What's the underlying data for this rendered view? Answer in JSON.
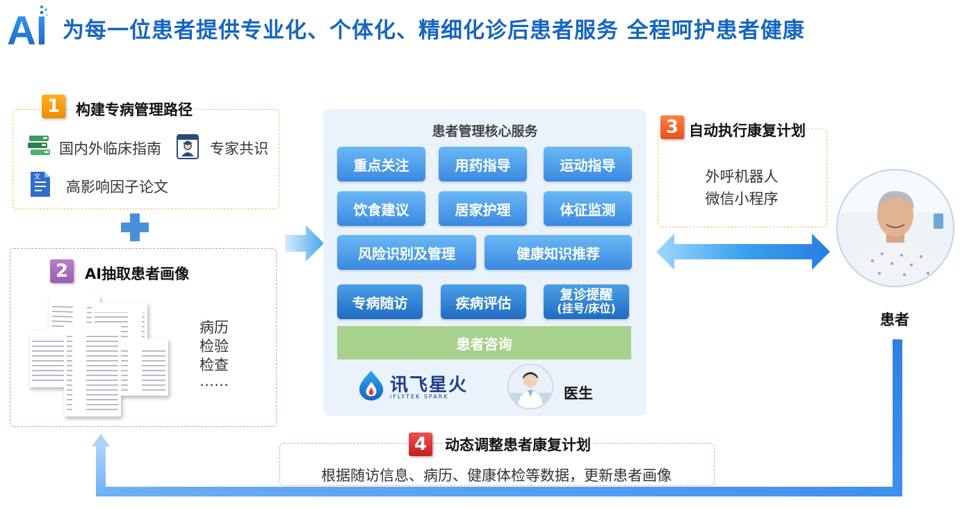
{
  "header": {
    "logo_text": "AI",
    "title": "为每一位患者提供专业化、个体化、精细化诊后患者服务 全程呵护患者健康"
  },
  "step1": {
    "number": "1",
    "title": "构建专病管理路径",
    "items": [
      {
        "label": "国内外临床指南",
        "icon": "guideline-books-icon"
      },
      {
        "label": "专家共识",
        "icon": "expert-icon"
      },
      {
        "label": "高影响因子论文",
        "icon": "paper-document-icon"
      }
    ]
  },
  "step2": {
    "number": "2",
    "title": "AI抽取患者画像",
    "records": [
      "病历",
      "检验",
      "检查",
      "……"
    ]
  },
  "core": {
    "title": "患者管理核心服务",
    "services": [
      "重点关注",
      "用药指导",
      "运动指导",
      "饮食建议",
      "居家护理",
      "体征监测",
      "风险识别及管理",
      "健康知识推荐",
      "专病随访",
      "疾病评估"
    ],
    "revisit": {
      "line1": "复诊提醒",
      "line2": "(挂号/床位)"
    },
    "consult": "患者咨询",
    "brand": {
      "name": "讯飞星火",
      "sub": "iFLYTEK SPARK"
    },
    "doctor_label": "医生"
  },
  "step3": {
    "number": "3",
    "title": "自动执行康复计划",
    "channels": [
      "外呼机器人",
      "微信小程序"
    ]
  },
  "patient": {
    "label": "患者"
  },
  "step4": {
    "number": "4",
    "title": "动态调整患者康复计划",
    "description": "根据随访信息、病历、健康体检等数据，更新患者画像"
  },
  "colors": {
    "title_blue": "#1565c0",
    "service_blue": "#3a89e0",
    "consult_green": "#a9d18e"
  }
}
